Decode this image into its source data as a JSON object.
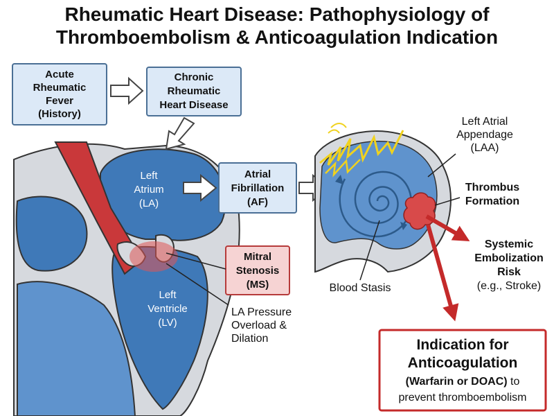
{
  "title": {
    "line1": "Rheumatic Heart Disease: Pathophysiology of",
    "line2": "Thromboembolism & Anticoagulation Indication"
  },
  "boxes": {
    "acute_rf": [
      "Acute",
      "Rheumatic",
      "Fever",
      "(History)"
    ],
    "chronic_rhd": [
      "Chronic",
      "Rheumatic",
      "Heart Disease"
    ],
    "af": [
      "Atrial",
      "Fibrillation",
      "(AF)"
    ],
    "ms": [
      "Mitral",
      "Stenosis",
      "(MS)"
    ],
    "anticoag": {
      "line1": "Indication for",
      "line2": "Anticoagulation",
      "line3_bold": "(Warfarin or DOAC)",
      "line3_rest": " to",
      "line4": "prevent thromboembolism"
    }
  },
  "heart_labels": {
    "la": [
      "Left",
      "Atrium",
      "(LA)"
    ],
    "lv": [
      "Left",
      "Ventricle",
      "(LV)"
    ]
  },
  "annotations": {
    "la_pressure": [
      "LA Pressure",
      "Overload &",
      "Dilation"
    ],
    "laa": [
      "Left Atrial",
      "Appendage",
      "(LAA)"
    ],
    "thrombus": [
      "Thrombus",
      "Formation"
    ],
    "blood_stasis": "Blood Stasis",
    "embolization": [
      "Systemic",
      "Embolization",
      "Risk"
    ],
    "embolization_eg": "(e.g., Stroke)"
  },
  "colors": {
    "box_fill": "#dce9f7",
    "box_stroke": "#4a6f95",
    "heart_blue": "#3f79b8",
    "heart_light": "#5f93cd",
    "aorta_red": "#c9383a",
    "ms_fill": "#f6d3d3",
    "ms_stroke": "#b63a3a",
    "arrow_red": "#c42a2a",
    "thrombus": "#d84a4a",
    "lightning": "#f0d21e",
    "wall_gray": "#d6d9de"
  }
}
